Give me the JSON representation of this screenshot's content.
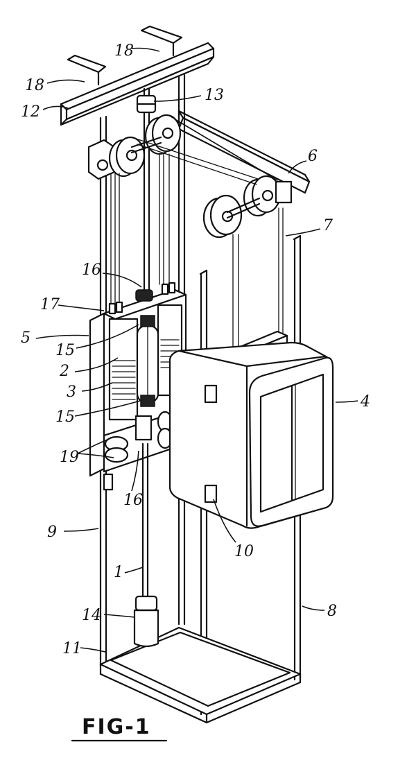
{
  "figure": {
    "caption": "FIG-1",
    "labels": [
      {
        "id": "18a",
        "text": "18"
      },
      {
        "id": "18b",
        "text": "18"
      },
      {
        "id": "12",
        "text": "12"
      },
      {
        "id": "13",
        "text": "13"
      },
      {
        "id": "6",
        "text": "6"
      },
      {
        "id": "7",
        "text": "7"
      },
      {
        "id": "16a",
        "text": "16"
      },
      {
        "id": "17",
        "text": "17"
      },
      {
        "id": "5",
        "text": "5"
      },
      {
        "id": "15a",
        "text": "15"
      },
      {
        "id": "2",
        "text": "2"
      },
      {
        "id": "3",
        "text": "3"
      },
      {
        "id": "15b",
        "text": "15"
      },
      {
        "id": "4",
        "text": "4"
      },
      {
        "id": "19",
        "text": "19"
      },
      {
        "id": "16b",
        "text": "16"
      },
      {
        "id": "9",
        "text": "9"
      },
      {
        "id": "10",
        "text": "10"
      },
      {
        "id": "1",
        "text": "1"
      },
      {
        "id": "8",
        "text": "8"
      },
      {
        "id": "14",
        "text": "14"
      },
      {
        "id": "11",
        "text": "11"
      }
    ]
  }
}
